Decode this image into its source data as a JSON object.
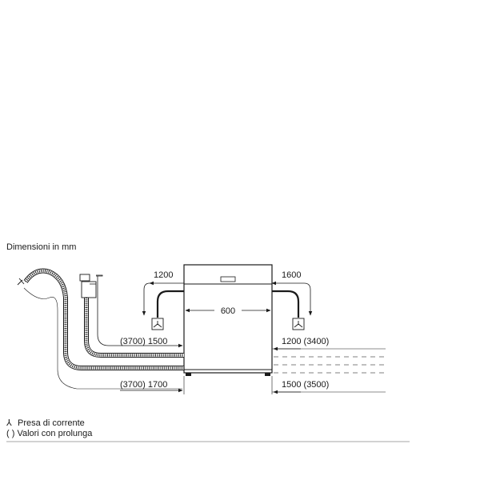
{
  "diagram": {
    "title": "Dimensioni in mm",
    "width_label": "600",
    "left_top": "1200",
    "right_top": "1600",
    "left_mid": "(3700) 1500",
    "right_mid": "1200 (3400)",
    "left_bottom": "(3700) 1700",
    "right_bottom": "1500 (3500)"
  },
  "legend": {
    "socket_symbol": "⅄",
    "socket_text": "Presa di corrente",
    "ext_text": "( ) Valori con prolunga"
  },
  "colors": {
    "line": "#1a1a1a",
    "background": "#ffffff"
  }
}
